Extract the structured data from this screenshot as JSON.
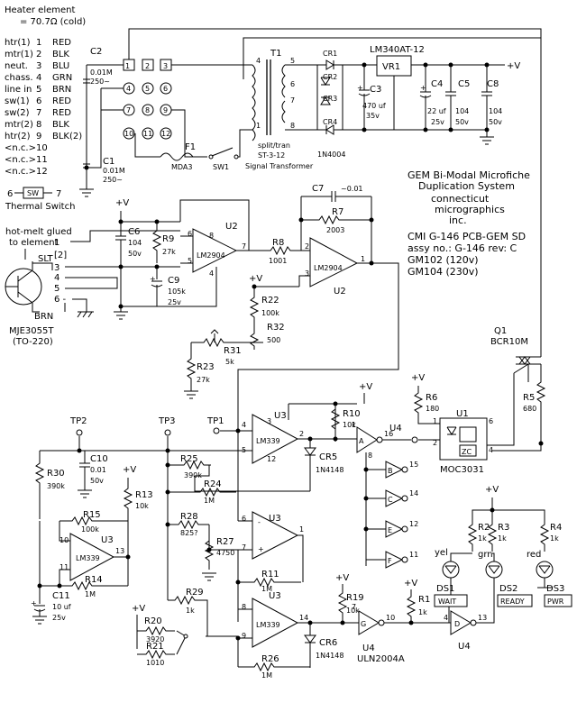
{
  "heater": {
    "line1": "Heater element",
    "line2": "= 70.7Ω (cold)"
  },
  "pin_table": [
    {
      "name": "htr(1)",
      "num": "1",
      "color": "RED"
    },
    {
      "name": "mtr(1)",
      "num": "2",
      "color": "BLK"
    },
    {
      "name": "neut.",
      "num": "3",
      "color": "BLU"
    },
    {
      "name": "chass.",
      "num": "4",
      "color": "GRN"
    },
    {
      "name": "line in",
      "num": "5",
      "color": "BRN"
    },
    {
      "name": "sw(1)",
      "num": "6",
      "color": "RED"
    },
    {
      "name": "sw(2)",
      "num": "7",
      "color": "RED"
    },
    {
      "name": "mtr(2)",
      "num": "8",
      "color": "BLK"
    },
    {
      "name": "htr(2)",
      "num": "9",
      "color": "BLK(2)"
    },
    {
      "name": "<n.c.>",
      "num": "10",
      "color": ""
    },
    {
      "name": "<n.c.>",
      "num": "11",
      "color": ""
    },
    {
      "name": "<n.c.>",
      "num": "12",
      "color": ""
    }
  ],
  "terminals": [
    "1",
    "2",
    "3",
    "4",
    "5",
    "6",
    "7",
    "8",
    "9",
    "10",
    "11",
    "12"
  ],
  "title_block": {
    "l1": "GEM Bi-Modal  Microfiche",
    "l2": "Duplication System",
    "l3": "connecticut",
    "l4": "micrographics",
    "l5": "inc.",
    "l6": "CMI  G-146   PCB-GEM SD",
    "l7": "assy no.: G-146  rev: C",
    "l8": "GM102 (120v)",
    "l9": "GM104 (230v)"
  },
  "components": {
    "C2": "C2",
    "C2v1": "0.01M",
    "C2v2": "250~",
    "C1": "C1",
    "C1v1": "0.01M",
    "C1v2": "250~",
    "F1": "F1",
    "F1v": "MDA3",
    "SW1": "SW1",
    "T1": "T1",
    "T1a": "split/tran",
    "T1b": "ST-3-12",
    "T1c": "Signal Transformer",
    "CR1": "CR1",
    "CR2": "CR2",
    "CR3": "CR3",
    "CR4": "CR4",
    "CR4v": "1N4004",
    "VR1": "VR1",
    "VR1v": "LM340AT-12",
    "C3": "C3",
    "C3v1": "470 uf",
    "C3v2": "35v",
    "C4": "C4",
    "C4v1": "22 uf",
    "C4v2": "25v",
    "C5": "C5",
    "C5v1": "104",
    "C5v2": "50v",
    "C8": "C8",
    "C8v1": "104",
    "C8v2": "50v",
    "plus_v": "+V",
    "SW": "SW",
    "thermal": "Thermal Switch",
    "t6": "6",
    "t7": "7",
    "hotmelt1": "hot-melt glued",
    "hotmelt2": "to element",
    "SLT": "SLT",
    "BRN": "BRN",
    "MJE": "MJE3055T",
    "TO220": "(TO-220)",
    "j1": "1",
    "j2": "[2]",
    "j3": "3",
    "j4": "4",
    "j5": "5",
    "j6": "6 -",
    "C6": "C6",
    "C6v1": "104",
    "C6v2": "50v",
    "R9": "R9",
    "R9v": "27k",
    "C9": "C9",
    "C9v1": "105k",
    "C9v2": "25v",
    "U2": "U2",
    "LM2904": "LM2904",
    "R8": "R8",
    "R8v": "1001",
    "C7": "C7",
    "C7v": "~0.01",
    "R7": "R7",
    "R7v": "2003",
    "R22": "R22",
    "R22v": "100k",
    "R32": "R32",
    "R32v": "500",
    "R31": "R31",
    "R31v": "5k",
    "R23": "R23",
    "R23v": "27k",
    "Q1": "Q1",
    "Q1v": "BCR10M",
    "R5": "R5",
    "R5v": "680",
    "R6": "R6",
    "R6v": "180",
    "U1": "U1",
    "MOC": "MOC3031",
    "ZC": "ZC",
    "TP1": "TP1",
    "TP2": "TP2",
    "TP3": "TP3",
    "U3": "U3",
    "LM339": "LM339",
    "R10": "R10",
    "R10v": "10k",
    "CR5": "CR5",
    "CR5v": "1N4148",
    "CR6": "CR6",
    "CR6v": "1N4148",
    "U4": "U4",
    "ULN": "ULN2004A",
    "gA": "A",
    "gB": "B",
    "gC": "C",
    "gE": "E",
    "gF": "F",
    "gG": "G",
    "gD": "D",
    "C10": "C10",
    "C10v1": "0.01",
    "C10v2": "50v",
    "R30": "R30",
    "R30v": "390k",
    "R25": "R25",
    "R25v": "390k",
    "R24": "R24",
    "R24v": "1M",
    "R13": "R13",
    "R13v": "10k",
    "R15": "R15",
    "R15v": "100k",
    "R14": "R14",
    "R14v": "1M",
    "C11": "C11",
    "C11v1": "10 uf",
    "C11v2": "25v",
    "R28": "R28",
    "R28v": "825?",
    "R27": "R27",
    "R27v": "4750",
    "R11": "R11",
    "R11v": "1M",
    "R29": "R29",
    "R29v": "1k",
    "R20": "R20",
    "R20v": "3920",
    "R21": "R21",
    "R21v": "1010",
    "R26": "R26",
    "R26v": "1M",
    "R19": "R19",
    "R19v": "10k",
    "R1": "R1",
    "R1v": "1k",
    "R2": "R2",
    "R2v": "1k",
    "R3": "R3",
    "R3v": "1k",
    "R4": "R4",
    "R4v": "1k",
    "DS1": "DS1",
    "DS1c": "yel",
    "DS1l": "WAIT",
    "DS2": "DS2",
    "DS2c": "grn",
    "DS2l": "READY",
    "DS3": "DS3",
    "DS3c": "red",
    "DS3l": "PWR",
    "p1": "1",
    "p2": "2",
    "p3": "3",
    "p4": "4",
    "p5": "5",
    "p6": "6",
    "p7": "7",
    "p8": "8",
    "p9": "9",
    "p10": "10",
    "p11": "11",
    "p12": "12",
    "p13": "13",
    "p14": "14",
    "p15": "15",
    "p16": "16"
  }
}
